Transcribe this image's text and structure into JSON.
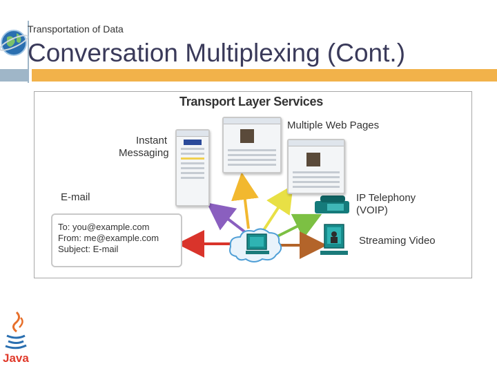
{
  "header": {
    "subtitle": "Transportation of Data",
    "title": "Conversation Multiplexing (Cont.)"
  },
  "diagram": {
    "title": "Transport Layer Services",
    "labels": {
      "instant_messaging": [
        "Instant",
        "Messaging"
      ],
      "multiple_web_pages": "Multiple Web Pages",
      "email": "E-mail",
      "ip_telephony": [
        "IP Telephony",
        "(VOIP)"
      ],
      "streaming_video": "Streaming Video"
    },
    "email_box": {
      "to": "To: you@example.com",
      "from": "From: me@example.com",
      "subject": "Subject: E-mail"
    },
    "arrow_colors": {
      "email": "#d9342b",
      "instant_messaging": "#8a5fbf",
      "web_pages_1": "#f2b82f",
      "web_pages_2": "#e8e045",
      "ip_telephony": "#7cc043",
      "streaming_video": "#b3642a"
    },
    "icons": [
      "globe-icon",
      "laptop-icon",
      "computer-icon",
      "phone-icon",
      "video-camera-icon",
      "cloud-icon"
    ]
  },
  "footer": {
    "logo_text": "Java"
  },
  "colors": {
    "accent_bar": "#f2b24a",
    "side_bar": "#9fb6c8",
    "title_text": "#3a3a5a"
  }
}
